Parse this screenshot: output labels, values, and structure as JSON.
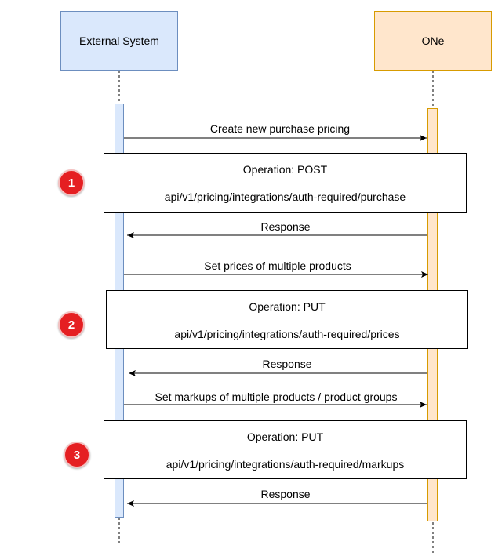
{
  "participants": {
    "external": "External System",
    "one": "ONe"
  },
  "messages": [
    {
      "label": "Create new purchase pricing",
      "direction": "right"
    },
    {
      "label": "Response",
      "direction": "left"
    },
    {
      "label": "Set prices of multiple products",
      "direction": "right"
    },
    {
      "label": "Response",
      "direction": "left"
    },
    {
      "label": "Set markups of multiple products / product groups",
      "direction": "right"
    },
    {
      "label": "Response",
      "direction": "left"
    }
  ],
  "notes": [
    {
      "step": "1",
      "operation": "Operation: POST",
      "path": "api/v1/pricing/integrations/auth-required/purchase"
    },
    {
      "step": "2",
      "operation": "Operation: PUT",
      "path": "api/v1/pricing/integrations/auth-required/prices"
    },
    {
      "step": "3",
      "operation": "Operation: PUT",
      "path": "api/v1/pricing/integrations/auth-required/markups"
    }
  ],
  "colors": {
    "external_fill": "#dae8fc",
    "external_stroke": "#6c8ebf",
    "one_fill": "#ffe6cc",
    "one_stroke": "#d79b00",
    "badge": "#e51f22"
  }
}
